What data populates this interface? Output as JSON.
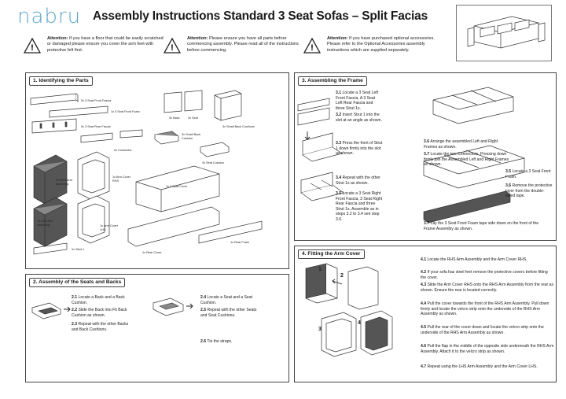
{
  "header": {
    "logo": "nabru",
    "title": "Assembly Instructions Standard 3 Seat Sofas – Split Facias"
  },
  "warnings": [
    {
      "icon": "warning-triangle-icon",
      "label": "Attention:",
      "text": "If you have a floor that could be easily scratched or damaged please ensure you cover the arm feet with protective felt first."
    },
    {
      "icon": "warning-triangle-icon",
      "label": "Attention:",
      "text": "Please ensure you have all parts before commencing assembly. Please read all of the instructions before commencing."
    },
    {
      "icon": "warning-triangle-icon",
      "label": "Attention:",
      "text": "If you have purchased optional accessories. Please refer to the Optional Accessories assembly instructions which are supplied separately."
    }
  ],
  "section1": {
    "title": "1. Identifying the Parts",
    "parts": [
      "3x 3 Seat Front Fascia",
      "1x 3 Seat Front Foam",
      "3x 3 Seat Rear Fascia",
      "3x Back",
      "3x Seat",
      "3x Small Back Cushions",
      "3x Small Back Cushion",
      "3x Connector",
      "3x Seat Cushion",
      "1x RHS Arm Assembly",
      "1x Arm Cover RHS",
      "1x 3 Seat Cover",
      "1x LHS Arm Assembly",
      "1x Arm Cover LHS",
      "1x Strut 1",
      "1x Rear Cover",
      "1x Rear Foam"
    ]
  },
  "section2": {
    "title": "2. Assembly of the Seats and Backs",
    "steps": [
      {
        "num": "2.1",
        "text": "Locate a Back and a Back Cushion."
      },
      {
        "num": "2.2",
        "text": "Slide the Back into Fit Back Cushion as shown."
      },
      {
        "num": "2.3",
        "text": "Repeat with the other Backs and Back Cushions."
      },
      {
        "num": "2.4",
        "text": "Locate a Seat and a Seat Cushion."
      },
      {
        "num": "2.5",
        "text": "Repeat with the other Seats and Seat Cushions."
      },
      {
        "num": "2.6",
        "text": "Tie the straps."
      }
    ]
  },
  "section3": {
    "title": "3. Assembling the Frame",
    "steps": [
      {
        "num": "3.1",
        "text": "Locate a 3 Seat Left Front Fascia, A 3 Seat Left Rear Fascia and three Strut 1s."
      },
      {
        "num": "3.2",
        "text": "Insert Strut 1 into the slot at an angle as shown."
      },
      {
        "num": "3.3",
        "text": "Press the front of Strut 1 down firmly into the slot as shown."
      },
      {
        "num": "3.4",
        "text": "Repeat with the other Strut 1s as shown."
      },
      {
        "num": "3.5",
        "text": "Locate a 3 Seat Right Front Fascia, 3 Seat Right Rear Fascia and three Strut 1s. Assemble as in steps 3.2 to 3.4 see step 3.6."
      },
      {
        "num": "3.6",
        "text": "Arrange the assembled Left and Right Frames as shown."
      },
      {
        "num": "3.7",
        "text": "Locate the two Connectors. Pressing down firmly join the Assembled Left and Right Frames as shown."
      },
      {
        "num": "3.5",
        "text": "Locate a 3 Seat Front Foam."
      },
      {
        "num": "3.6",
        "text": "Remove the protective layer from the double-sided tape."
      },
      {
        "num": "3.7",
        "text": "Lay the 3 Seat Front Foam tape side down on the front of the Frame Assembly as shown."
      }
    ]
  },
  "section4": {
    "title": "4. Fitting the Arm Cover",
    "callouts": [
      "1",
      "2",
      "3",
      "4"
    ],
    "steps": [
      {
        "num": "4.1",
        "text": "Locate the RHS Arm Assembly and the Arm Cover RHS."
      },
      {
        "num": "4.2",
        "text": "If your sofa has steel feet remove the protective covers before fitting the cover."
      },
      {
        "num": "4.3",
        "text": "Slide the Arm Cover RHS onto the RHS Arm Assembly from the rear as shown. Ensure the rear is located correctly."
      },
      {
        "num": "4.4",
        "text": "Pull the cover towards the front of the RHS Arm Assembly. Pull down firmly and locate the velcro strip onto the underside of the RHS Arm Assembly as shown."
      },
      {
        "num": "4.5",
        "text": "Pull the rear of the cover down and locate the velcro strip onto the underside of the RHS Arm Assembly as shown."
      },
      {
        "num": "4.6",
        "text": "Pull the flap in the middle of the opposite side underneath the RHS Arm Assembly. Attach it to the velcro strip as shown."
      },
      {
        "num": "4.7",
        "text": "Repeat using the LHS Arm Assembly and the Arm Cover LHS."
      }
    ]
  }
}
